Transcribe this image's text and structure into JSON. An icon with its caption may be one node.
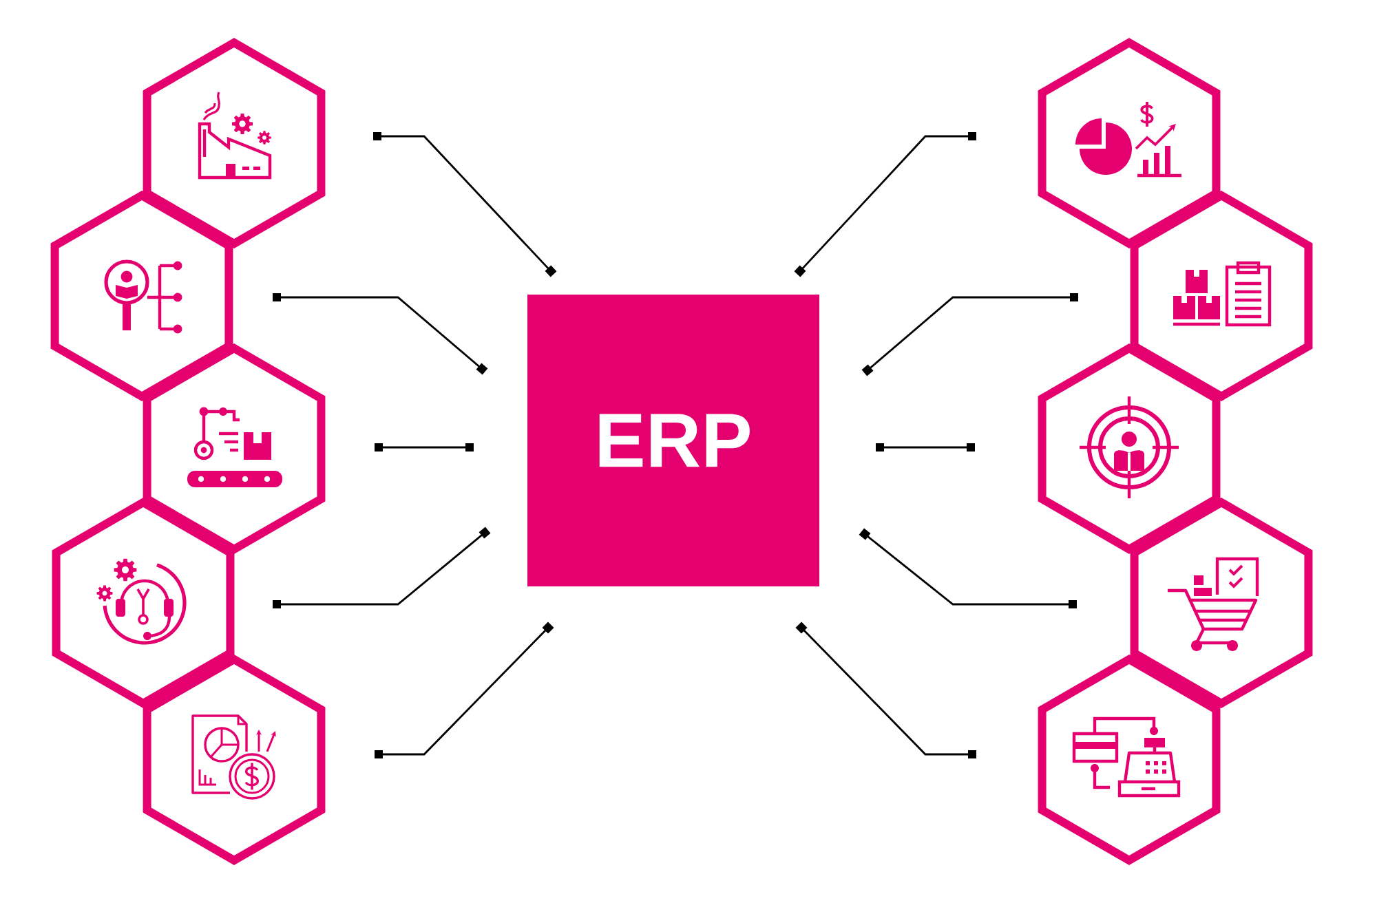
{
  "diagram": {
    "nodes": [
      {
        "text": [],
        "shape": "hexagon"
      },
      {
        "text": [],
        "shape": "hexagon"
      },
      {
        "text": [],
        "shape": "hexagon"
      },
      {
        "text": [],
        "shape": "hexagon"
      },
      {
        "text": [],
        "shape": "hexagon"
      },
      {
        "text": [
          "ERP"
        ]
      },
      {
        "text": [],
        "shape": "hexagon"
      },
      {
        "text": [],
        "shape": "hexagon"
      },
      {
        "text": [],
        "shape": "hexagon"
      },
      {
        "text": [],
        "shape": "hexagon"
      },
      {
        "text": [],
        "shape": "hexagon"
      }
    ],
    "edges": [
      {
        "from": 0,
        "to": 5,
        "arrow": "other"
      },
      {
        "from": 1,
        "to": 5,
        "arrow": "other"
      },
      {
        "from": 2,
        "to": 5,
        "arrow": "other"
      },
      {
        "from": 3,
        "to": 5,
        "arrow": "other"
      },
      {
        "from": 4,
        "to": 5,
        "arrow": "other"
      },
      {
        "from": 6,
        "to": 5,
        "arrow": "other"
      },
      {
        "from": 7,
        "to": 5,
        "arrow": "other"
      },
      {
        "from": 8,
        "to": 5,
        "arrow": "other"
      },
      {
        "from": 9,
        "to": 5,
        "arrow": "other"
      },
      {
        "from": 10,
        "to": 5,
        "arrow": "other"
      }
    ]
  }
}
